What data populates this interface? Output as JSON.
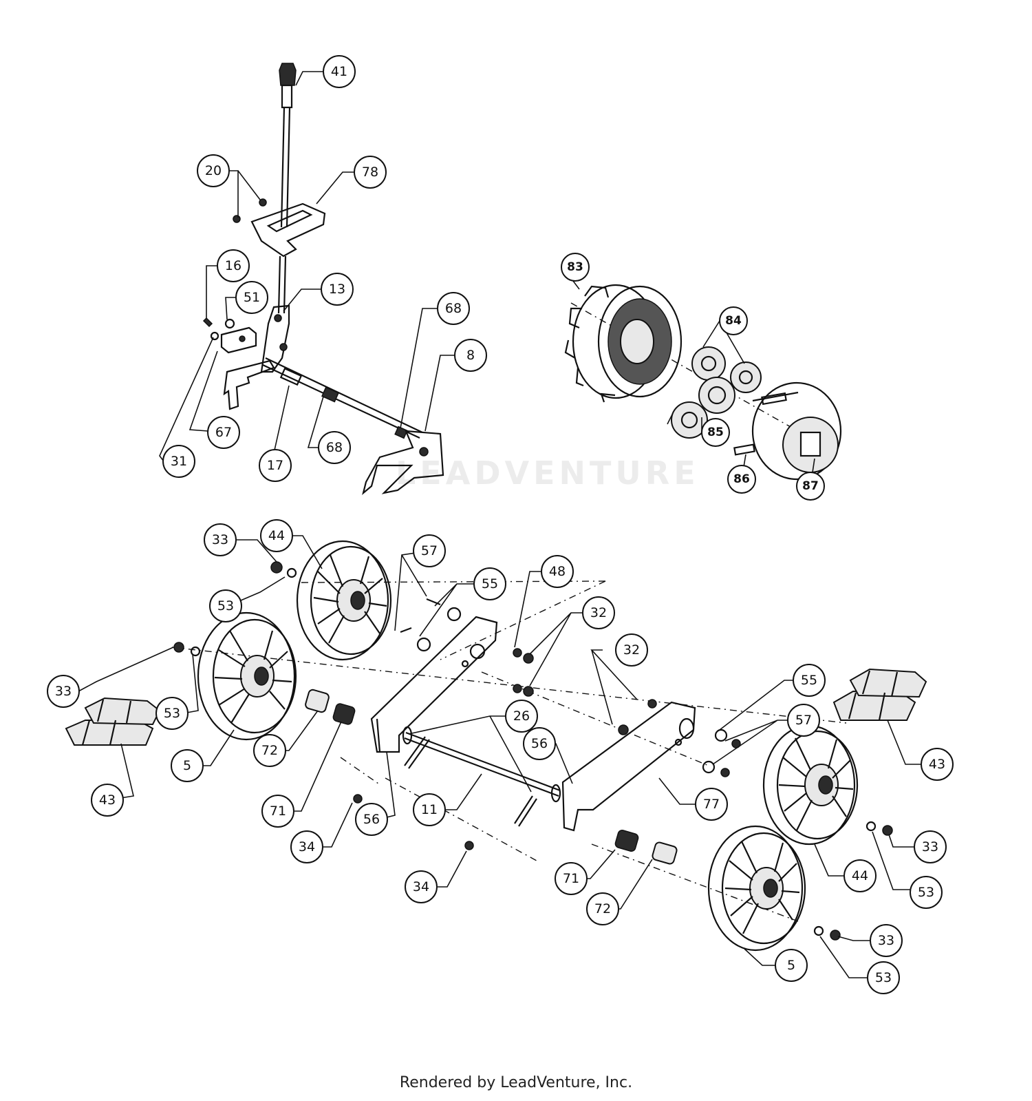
{
  "footer": "Rendered by LeadVenture, Inc.",
  "watermark": "LEADVENTURE",
  "callouts": [
    {
      "id": "41",
      "bold": false
    },
    {
      "id": "20",
      "bold": false
    },
    {
      "id": "78",
      "bold": false
    },
    {
      "id": "16",
      "bold": false
    },
    {
      "id": "51",
      "bold": false
    },
    {
      "id": "13",
      "bold": false
    },
    {
      "id": "68",
      "bold": false
    },
    {
      "id": "8",
      "bold": false
    },
    {
      "id": "67",
      "bold": false
    },
    {
      "id": "31",
      "bold": false
    },
    {
      "id": "17",
      "bold": false
    },
    {
      "id": "68",
      "bold": false
    },
    {
      "id": "83",
      "bold": true
    },
    {
      "id": "84",
      "bold": true
    },
    {
      "id": "85",
      "bold": true
    },
    {
      "id": "86",
      "bold": true
    },
    {
      "id": "87",
      "bold": true
    },
    {
      "id": "33",
      "bold": false
    },
    {
      "id": "44",
      "bold": false
    },
    {
      "id": "57",
      "bold": false
    },
    {
      "id": "55",
      "bold": false
    },
    {
      "id": "48",
      "bold": false
    },
    {
      "id": "53",
      "bold": false
    },
    {
      "id": "32",
      "bold": false
    },
    {
      "id": "33",
      "bold": false
    },
    {
      "id": "32",
      "bold": false
    },
    {
      "id": "53",
      "bold": false
    },
    {
      "id": "26",
      "bold": false
    },
    {
      "id": "56",
      "bold": false
    },
    {
      "id": "55",
      "bold": false
    },
    {
      "id": "43",
      "bold": false
    },
    {
      "id": "57",
      "bold": false
    },
    {
      "id": "43",
      "bold": false
    },
    {
      "id": "5",
      "bold": false
    },
    {
      "id": "72",
      "bold": false
    },
    {
      "id": "71",
      "bold": false
    },
    {
      "id": "11",
      "bold": false
    },
    {
      "id": "56",
      "bold": false
    },
    {
      "id": "77",
      "bold": false
    },
    {
      "id": "34",
      "bold": false
    },
    {
      "id": "33",
      "bold": false
    },
    {
      "id": "44",
      "bold": false
    },
    {
      "id": "53",
      "bold": false
    },
    {
      "id": "34",
      "bold": false
    },
    {
      "id": "71",
      "bold": false
    },
    {
      "id": "72",
      "bold": false
    },
    {
      "id": "33",
      "bold": false
    },
    {
      "id": "5",
      "bold": false
    },
    {
      "id": "53",
      "bold": false
    }
  ]
}
